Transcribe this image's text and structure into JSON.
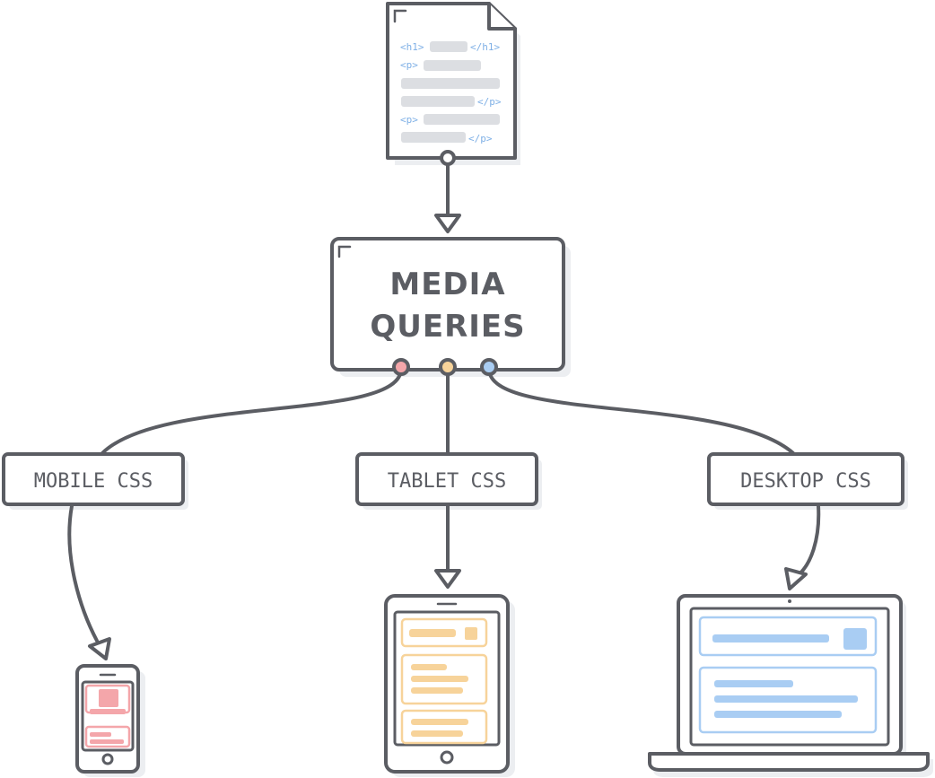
{
  "diagram": {
    "central_node": {
      "line1": "MEDIA",
      "line2": "QUERIES"
    },
    "document": {
      "code_tokens": [
        "<h1>",
        "</h1>",
        "<p>",
        "</p>",
        "<p>",
        "</p>"
      ]
    },
    "branches": [
      {
        "label": "MOBILE CSS",
        "device": "phone",
        "color": "#f4a6aa"
      },
      {
        "label": "TABLET CSS",
        "device": "tablet",
        "color": "#f7d39a"
      },
      {
        "label": "DESKTOP CSS",
        "device": "laptop",
        "color": "#a9cdf3"
      }
    ],
    "colors": {
      "outline": "#5b5d63",
      "mobile": "#f4a6aa",
      "tablet": "#f7d39a",
      "desktop": "#a9cdf3"
    }
  }
}
